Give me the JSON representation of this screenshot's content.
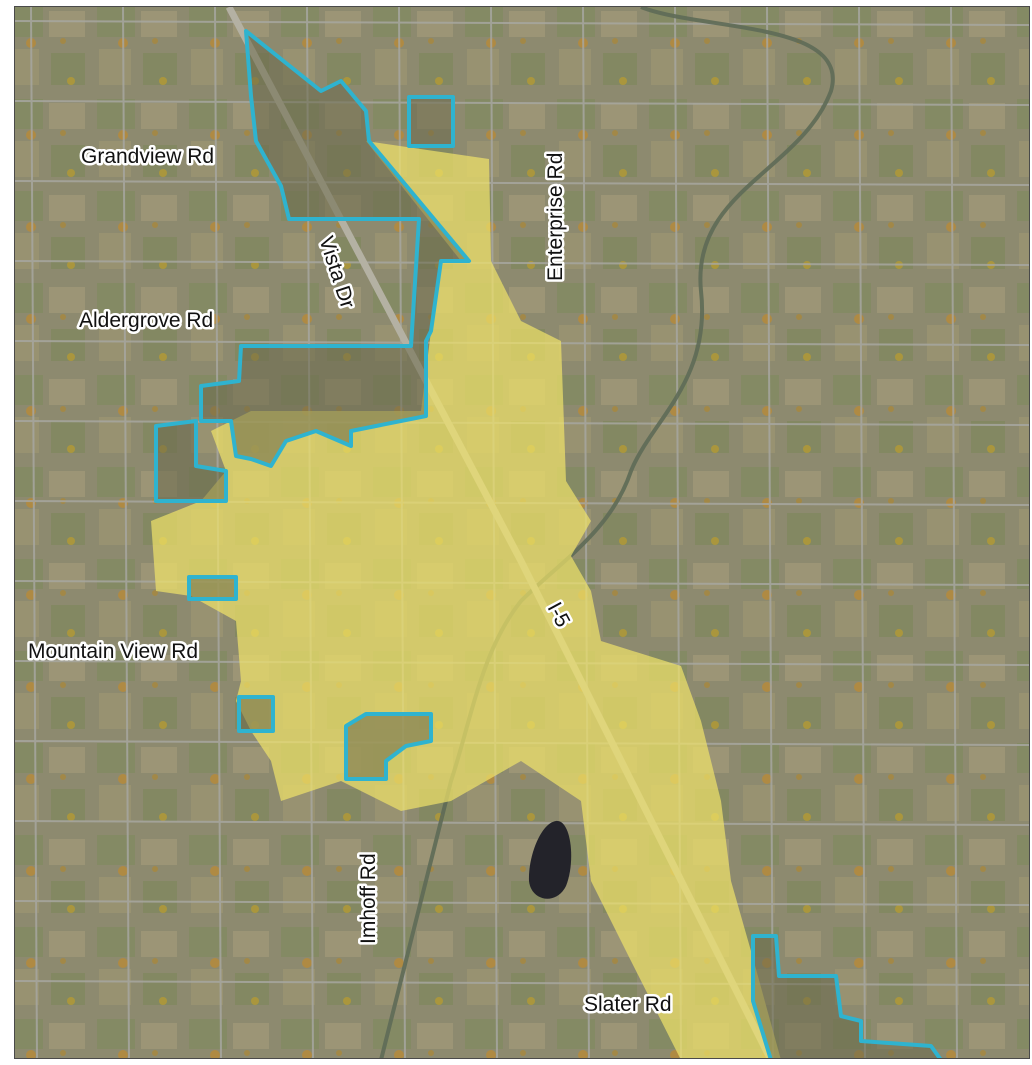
{
  "map": {
    "colors": {
      "terrain": "#8d8a6f",
      "field_green": "#7c8a5a",
      "field_tan": "#a89f7c",
      "road": "#a7a7a0",
      "city_fill": "#f1e46a",
      "city_fill_opacity": 0.7,
      "uga_outline": "#2fb3cf",
      "shrub_orange": "#c98a1e",
      "river": "#5e6a57",
      "pond": "#23232a"
    },
    "labels": {
      "grandview": "Grandview Rd",
      "enterprise": "Enterprise Rd",
      "vista": "Vista Dr",
      "aldergrove": "Aldergrove Rd",
      "i5": "I-5",
      "mountain_view": "Mountain View Rd",
      "imhoff": "Imhoff Rd",
      "slater": "Slater Rd"
    }
  }
}
